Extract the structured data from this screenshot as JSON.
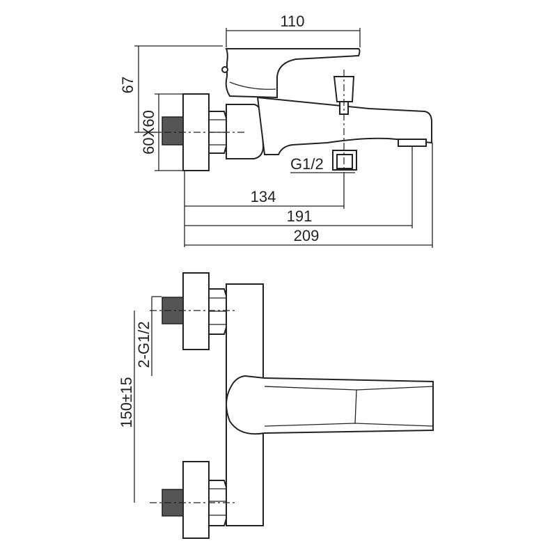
{
  "side_view": {
    "dim_width_top": "110",
    "dim_height_left": "67",
    "dim_flange": "60X60",
    "dim_thread": "G1/2",
    "dim_134": "134",
    "dim_191": "191",
    "dim_209": "209"
  },
  "front_view": {
    "dim_inlet": "2-G1/2",
    "dim_center": "150±15"
  }
}
